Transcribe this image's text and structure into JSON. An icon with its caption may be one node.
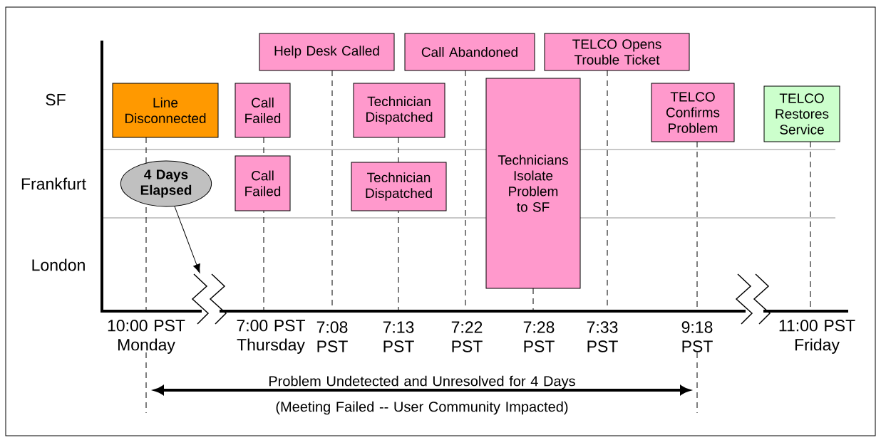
{
  "diagram": {
    "nodes": [
      {
        "text": [
          "Line Disconnected"
        ]
      },
      {
        "text": [
          "Help Desk Called"
        ]
      },
      {
        "text": [
          "Call Abandoned"
        ]
      },
      {
        "text": [
          "TELCO Opens Trouble Ticket"
        ]
      },
      {
        "text": [
          "Call Failed"
        ]
      },
      {
        "text": [
          "Technician Dispatched"
        ]
      },
      {
        "text": [
          "Technicians Isolate Problem to SF"
        ]
      },
      {
        "text": [
          "TELCO Confirms Problem"
        ]
      },
      {
        "text": [
          "TELCO Restores Service"
        ]
      },
      {
        "text": [
          "4 Days Elapsed"
        ]
      },
      {
        "text": [
          "Call Failed"
        ]
      },
      {
        "text": [
          "Technician Dispatched"
        ]
      },
      {
        "text": [],
        "shape": "break"
      },
      {
        "text": [],
        "shape": "break"
      }
    ],
    "edges": [
      {
        "from": 9,
        "to": 12,
        "arrow": "to"
      }
    ],
    "labels": [
      "SF",
      "Frankfurt",
      "London",
      "10:00 PST Monday",
      "7:00 PST Thursday",
      "7:08 PST",
      "7:13 PST",
      "7:22 PST",
      "7:28 PST",
      "7:33 PST",
      "9:18 PST",
      "11:00 PST Friday",
      "Problem Undetected and Unresolved for 4 Days",
      "(Meeting Failed -- User Community Impacted)"
    ]
  }
}
